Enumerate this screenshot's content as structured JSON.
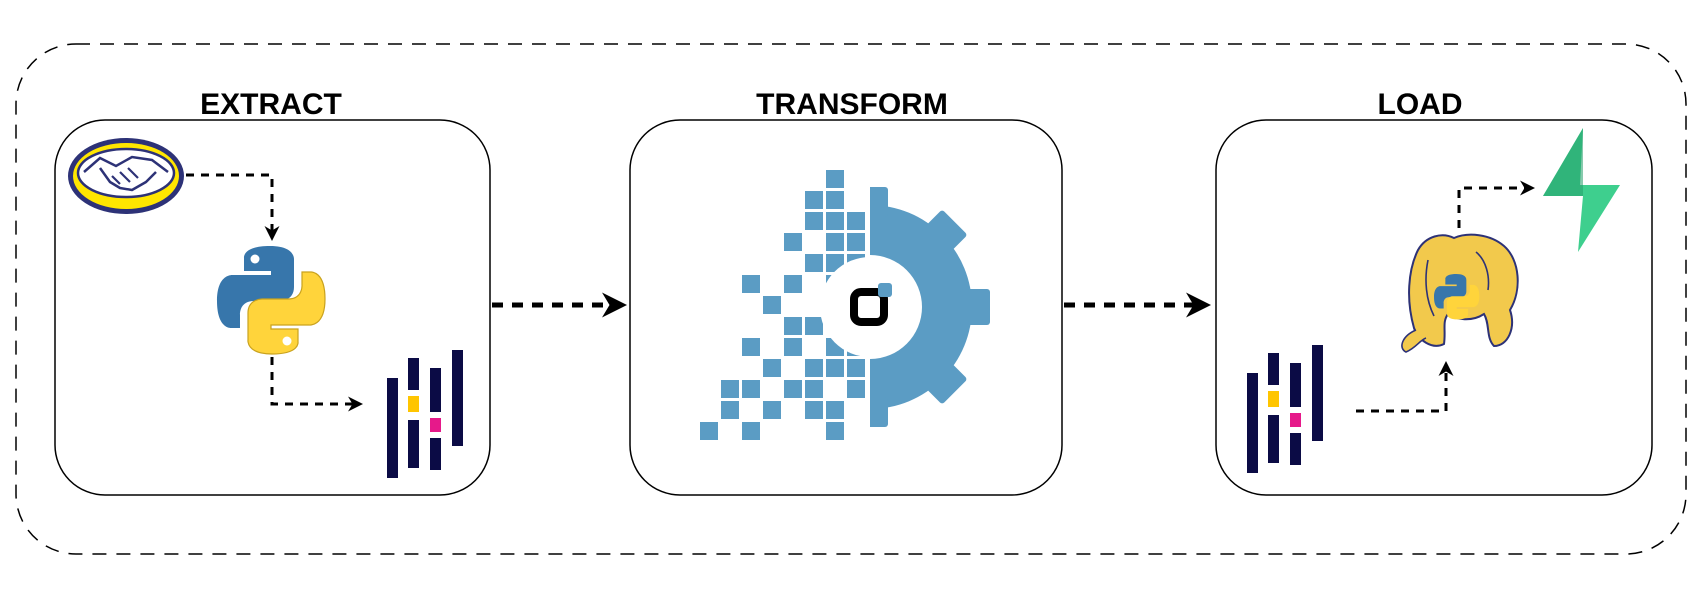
{
  "stages": {
    "extract": {
      "title": "EXTRACT"
    },
    "transform": {
      "title": "TRANSFORM"
    },
    "load": {
      "title": "LOAD"
    }
  },
  "icons": {
    "extract": [
      "handshake-logo-icon",
      "python-icon",
      "polars-icon"
    ],
    "transform": [
      "gear-pixel-icon"
    ],
    "load": [
      "polars-icon",
      "postgres-elephant-python-icon",
      "lightning-bolt-icon"
    ]
  },
  "colors": {
    "pipeline_border": "#000000",
    "handshake_yellow": "#FFE600",
    "handshake_navy": "#2D3277",
    "python_blue": "#3776AB",
    "python_yellow": "#FFD43B",
    "polars_navy": "#0B0B45",
    "polars_yellow": "#FFC500",
    "polars_pink": "#E6198A",
    "gear_blue": "#5B9CC4",
    "bolt_green": "#3ECF8E"
  }
}
